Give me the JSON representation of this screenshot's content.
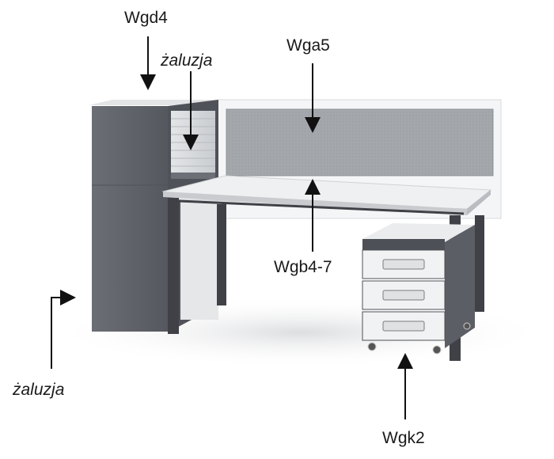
{
  "labels": {
    "wgd4": "Wgd4",
    "zaluzja_top": "żaluzja",
    "wga5": "Wga5",
    "wgb47": "Wgb4-7",
    "zaluzja_left": "żaluzja",
    "wgk2": "Wgk2"
  },
  "colors": {
    "cabinet_dark": "#5d6067",
    "panel_grey": "#a6a9ae",
    "desktop": "#eceeef",
    "leg": "#3f4147",
    "drawer_front": "#f1f2f3",
    "arrow": "#111111"
  }
}
